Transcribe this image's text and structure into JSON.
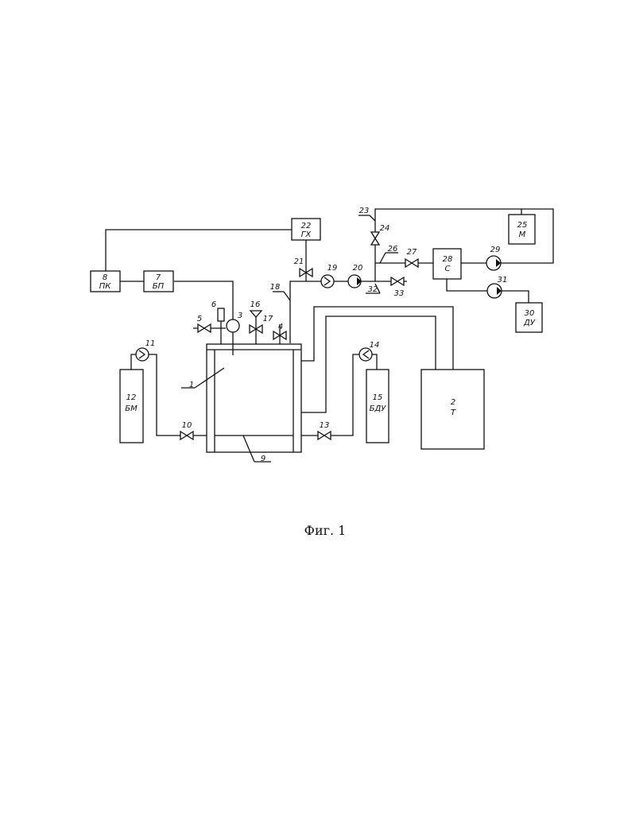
{
  "caption": "Фиг. 1",
  "components": {
    "c1": {
      "num": "1"
    },
    "c2": {
      "num": "2",
      "abbr": "Т"
    },
    "c3": {
      "num": "3"
    },
    "c4": {
      "num": "4"
    },
    "c5": {
      "num": "5"
    },
    "c6": {
      "num": "6"
    },
    "c7": {
      "num": "7",
      "abbr": "БП"
    },
    "c8": {
      "num": "8",
      "abbr": "ПК"
    },
    "c9": {
      "num": "9"
    },
    "c10": {
      "num": "10"
    },
    "c11": {
      "num": "11"
    },
    "c12": {
      "num": "12",
      "abbr": "БМ"
    },
    "c13": {
      "num": "13"
    },
    "c14": {
      "num": "14"
    },
    "c15": {
      "num": "15",
      "abbr": "БДУ"
    },
    "c16": {
      "num": "16"
    },
    "c17": {
      "num": "17"
    },
    "c18": {
      "num": "18"
    },
    "c19": {
      "num": "19"
    },
    "c20": {
      "num": "20"
    },
    "c21": {
      "num": "21"
    },
    "c22": {
      "num": "22",
      "abbr": "ГХ"
    },
    "c23": {
      "num": "23"
    },
    "c24": {
      "num": "24"
    },
    "c25": {
      "num": "25",
      "abbr": "М"
    },
    "c26": {
      "num": "26"
    },
    "c27": {
      "num": "27"
    },
    "c28": {
      "num": "28",
      "abbr": "С"
    },
    "c29": {
      "num": "29"
    },
    "c30": {
      "num": "30",
      "abbr": "ДУ"
    },
    "c31": {
      "num": "31"
    },
    "c32": {
      "num": "32"
    },
    "c33": {
      "num": "33"
    }
  }
}
